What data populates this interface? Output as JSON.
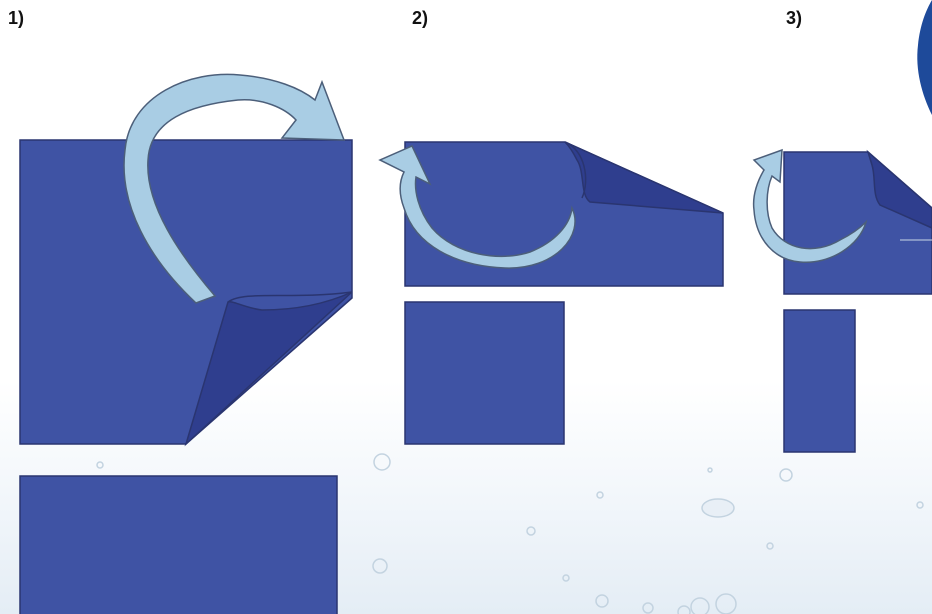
{
  "steps": [
    {
      "label": "1)"
    },
    {
      "label": "2)"
    },
    {
      "label": "3)"
    }
  ],
  "colors": {
    "paper": "#3f53a4",
    "paper_dark": "#2f3e8e",
    "paper_edge": "#2a3570",
    "arrow": "#a9cde4",
    "arrow_edge": "#4c5f7a",
    "corner_badge": "#1e4a9a"
  }
}
